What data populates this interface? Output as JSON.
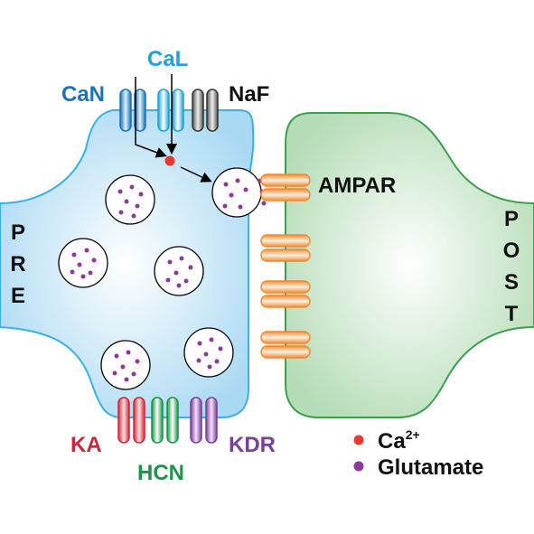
{
  "labels": {
    "pre_letters": [
      "P",
      "R",
      "E"
    ],
    "post_letters": [
      "P",
      "O",
      "S",
      "T"
    ],
    "channels": {
      "can": "CaN",
      "cal": "CaL",
      "naf": "NaF",
      "ka": "KA",
      "hcn": "HCN",
      "kdr": "KDR"
    },
    "receptor": "AMPAR"
  },
  "legend": {
    "calcium": {
      "base": "Ca",
      "sup": "2+"
    },
    "glutamate": "Glutamate"
  },
  "colors": {
    "pre_fill": "#bfe3f7",
    "pre_stroke": "#3ab0e6",
    "post_fill": "#c2e3c4",
    "post_stroke": "#3a9a4a",
    "can": "#1a72b8",
    "cal": "#1aa3df",
    "naf": "#111111",
    "ka": "#c8283c",
    "hcn": "#1a9446",
    "kdr": "#7a3f9a",
    "ampar": "#f0a050",
    "calcium": "#e53a2e",
    "glutamate": "#8b3a9a"
  }
}
